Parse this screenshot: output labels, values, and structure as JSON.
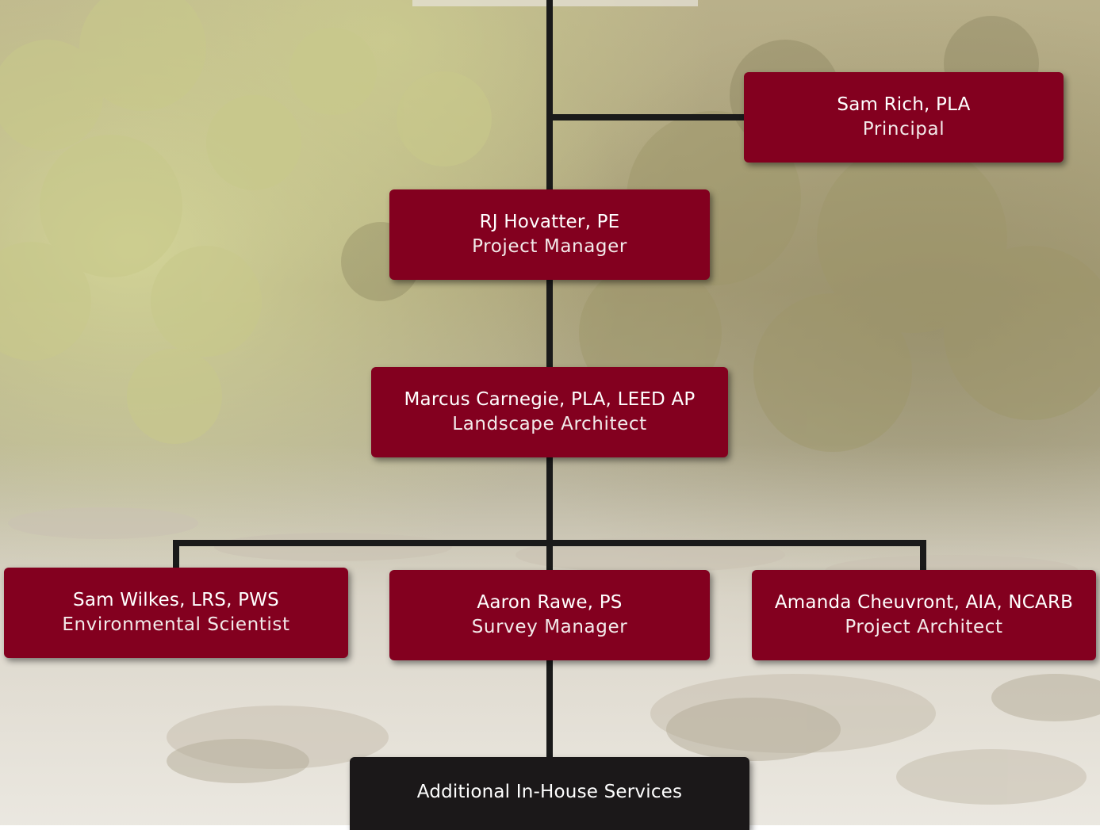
{
  "org_chart": {
    "principal": {
      "name": "Sam Rich, PLA",
      "title": "Principal"
    },
    "project_manager": {
      "name": "RJ Hovatter, PE",
      "title": "Project Manager"
    },
    "landscape_architect": {
      "name": "Marcus Carnegie, PLA, LEED AP",
      "title": "Landscape Architect"
    },
    "environmental_scientist": {
      "name": "Sam Wilkes, LRS, PWS",
      "title": "Environmental Scientist"
    },
    "survey_manager": {
      "name": "Aaron Rawe, PS",
      "title": "Survey Manager"
    },
    "project_architect": {
      "name": "Amanda Cheuvront, AIA, NCARB",
      "title": "Project Architect"
    },
    "additional_services": {
      "label": "Additional In-House Services"
    }
  },
  "colors": {
    "node_red": "#83001f",
    "node_dark": "#1b1819",
    "connector": "#1a1a1a",
    "text": "#ffffff"
  }
}
